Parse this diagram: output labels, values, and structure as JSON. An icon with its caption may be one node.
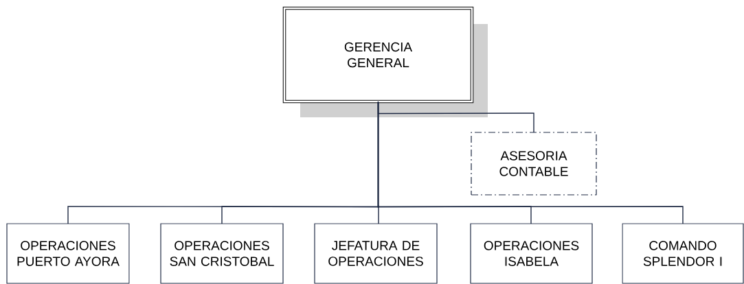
{
  "diagram": {
    "nodes": [
      {
        "text": [
          "GERENCIA GENERAL"
        ]
      },
      {
        "text": [
          "ASESORIA CONTABLE"
        ]
      },
      {
        "text": [
          "OPERACIONES PUERTO AYORA"
        ]
      },
      {
        "text": [
          "OPERACIONES SAN CRISTOBAL"
        ]
      },
      {
        "text": [
          "JEFATURA DE OPERACIONES"
        ]
      },
      {
        "text": [
          "OPERACIONES ISABELA"
        ]
      },
      {
        "text": [
          "COMANDO SPLENDOR I"
        ]
      }
    ],
    "edges": [
      {
        "from": 0,
        "to": 1,
        "arrow": "none"
      },
      {
        "from": 0,
        "to": 2,
        "arrow": "none"
      },
      {
        "from": 0,
        "to": 3,
        "arrow": "none"
      },
      {
        "from": 0,
        "to": 4,
        "arrow": "none"
      },
      {
        "from": 0,
        "to": 5,
        "arrow": "none"
      },
      {
        "from": 0,
        "to": 6,
        "arrow": "none"
      }
    ]
  }
}
